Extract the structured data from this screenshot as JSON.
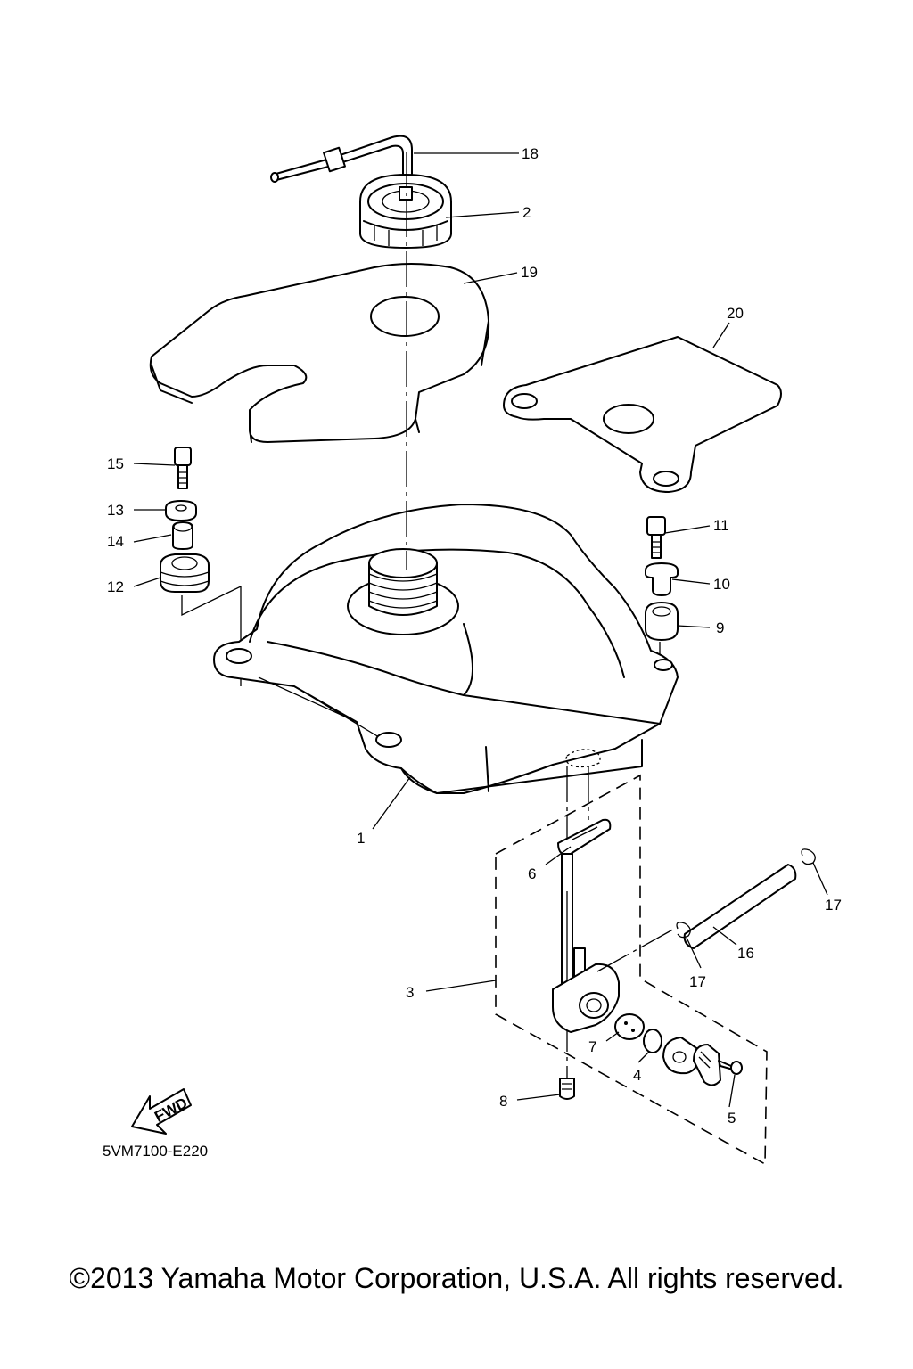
{
  "diagram": {
    "code": "5VM7100-E220",
    "fwd_label": "FWD",
    "copyright": "©2013 Yamaha Motor Corporation, U.S.A. All rights reserved.",
    "callouts": [
      {
        "id": "c18",
        "number": "18"
      },
      {
        "id": "c2",
        "number": "2"
      },
      {
        "id": "c19",
        "number": "19"
      },
      {
        "id": "c20",
        "number": "20"
      },
      {
        "id": "c15",
        "number": "15"
      },
      {
        "id": "c13",
        "number": "13"
      },
      {
        "id": "c14",
        "number": "14"
      },
      {
        "id": "c12",
        "number": "12"
      },
      {
        "id": "c11",
        "number": "11"
      },
      {
        "id": "c10",
        "number": "10"
      },
      {
        "id": "c9",
        "number": "9"
      },
      {
        "id": "c1",
        "number": "1"
      },
      {
        "id": "c6",
        "number": "6"
      },
      {
        "id": "c17a",
        "number": "17"
      },
      {
        "id": "c16",
        "number": "16"
      },
      {
        "id": "c17b",
        "number": "17"
      },
      {
        "id": "c3",
        "number": "3"
      },
      {
        "id": "c7",
        "number": "7"
      },
      {
        "id": "c4",
        "number": "4"
      },
      {
        "id": "c8",
        "number": "8"
      },
      {
        "id": "c5",
        "number": "5"
      }
    ]
  }
}
